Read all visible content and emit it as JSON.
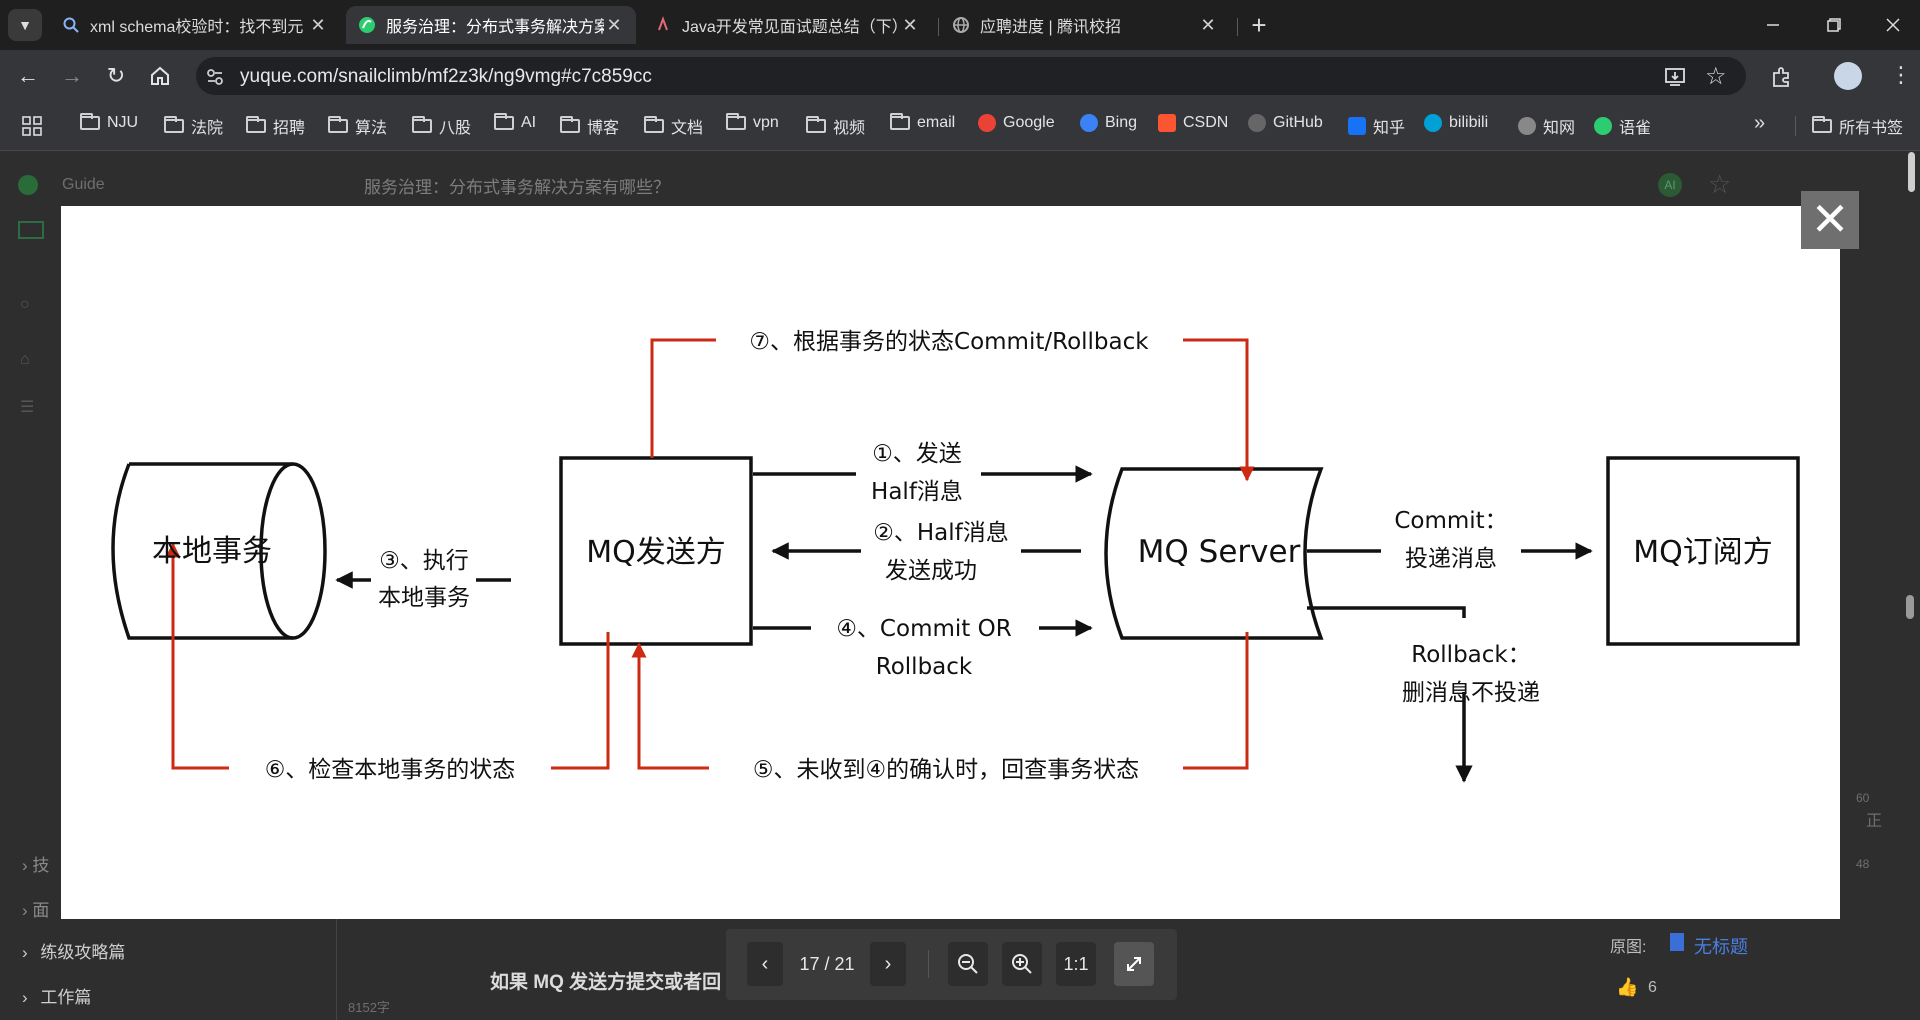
{
  "tabs": [
    {
      "label": "xml schema校验时：找不到元",
      "active": false,
      "icon": "search-icon"
    },
    {
      "label": "服务治理：分布式事务解决方案",
      "active": true,
      "icon": "yuque-icon"
    },
    {
      "label": "Java开发常见面试题总结（下）",
      "active": false,
      "icon": "java-icon"
    },
    {
      "label": "应聘进度 | 腾讯校招",
      "active": false,
      "icon": "globe-icon"
    }
  ],
  "toolbar": {
    "url": "yuque.com/snailclimb/mf2z3k/ng9vmg#c7c859cc"
  },
  "bookmarks": [
    {
      "label": "NJU",
      "icon": "folder-icon"
    },
    {
      "label": "法院",
      "icon": "folder-icon"
    },
    {
      "label": "招聘",
      "icon": "folder-icon"
    },
    {
      "label": "算法",
      "icon": "folder-icon"
    },
    {
      "label": "八股",
      "icon": "folder-icon"
    },
    {
      "label": "AI",
      "icon": "folder-icon"
    },
    {
      "label": "博客",
      "icon": "folder-icon"
    },
    {
      "label": "文档",
      "icon": "folder-icon"
    },
    {
      "label": "vpn",
      "icon": "folder-icon"
    },
    {
      "label": "视频",
      "icon": "folder-icon"
    },
    {
      "label": "email",
      "icon": "folder-icon"
    },
    {
      "label": "Google",
      "icon": "google-icon"
    },
    {
      "label": "Bing",
      "icon": "bing-icon"
    },
    {
      "label": "CSDN",
      "icon": "csdn-icon"
    },
    {
      "label": "GitHub",
      "icon": "github-icon"
    },
    {
      "label": "知乎",
      "icon": "zhihu-icon"
    },
    {
      "label": "bilibili",
      "icon": "bilibili-icon"
    },
    {
      "label": "知网",
      "icon": "cnki-icon"
    },
    {
      "label": "语雀",
      "icon": "yuque-icon"
    }
  ],
  "all_bookmarks": "所有书签",
  "page": {
    "breadcrumb": "Guide",
    "doc_title": "服务治理：分布式事务解决方案有哪些？",
    "sidebar_items": [
      "练级攻略篇",
      "工作篇"
    ],
    "sidebar_partial": [
      "技",
      "面"
    ],
    "heading": "如果 MQ 发送方提交或者回",
    "word_count": "8152字",
    "source_label": "原图:",
    "source_link": "无标题",
    "likes": "6",
    "right_counts": [
      "60",
      "48"
    ],
    "right_char": "正"
  },
  "viewer": {
    "counter": "17 / 21",
    "ratio_label": "1:1"
  },
  "diagram": {
    "local_tx": "本地事务",
    "producer": "MQ发送方",
    "server": "MQ Server",
    "subscriber": "MQ订阅方",
    "step1_a": "①、发送",
    "step1_b": "Half消息",
    "step2_a": "②、Half消息",
    "step2_b": "发送成功",
    "step3_a": "③、执行",
    "step3_b": "本地事务",
    "step4_a": "④、Commit OR",
    "step4_b": "Rollback",
    "step5": "⑤、未收到④的确认时，回查事务状态",
    "step6": "⑥、检查本地事务的状态",
    "step7": "⑦、根据事务的状态Commit/Rollback",
    "commit_a": "Commit：",
    "commit_b": "投递消息",
    "rollback_a": "Rollback：",
    "rollback_b": "删消息不投递"
  },
  "colors": {
    "arrow_red": "#cc2a12",
    "ink": "#111111",
    "tab_bg": "#1f1f1f",
    "toolbar_bg": "#35363a"
  }
}
